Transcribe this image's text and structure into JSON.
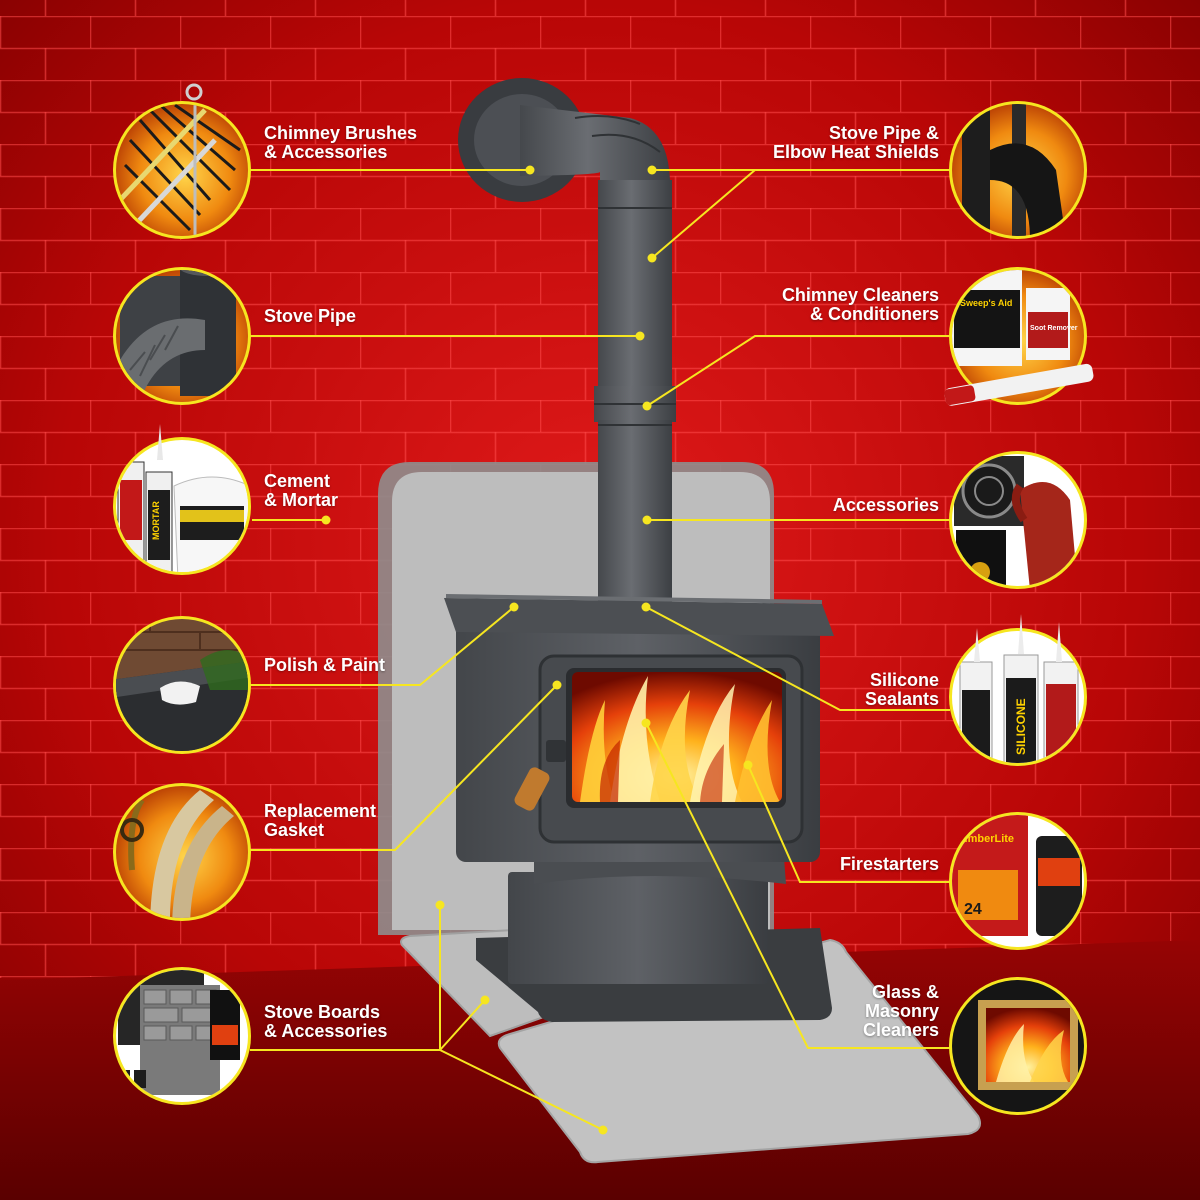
{
  "colors": {
    "wall_light": "#e01a1a",
    "wall_dark": "#7a0000",
    "brick_line": "#ff4a4a",
    "leader": "#f6e620",
    "pad": "#b9b9b9",
    "stove": "#55585d",
    "label_text": "#ffffff"
  },
  "labels": {
    "chimney_brushes": "Chimney Brushes\n& Accessories",
    "stove_pipe": "Stove Pipe",
    "cement_mortar": "Cement\n& Mortar",
    "polish_paint": "Polish & Paint",
    "replacement_gasket": "Replacement\nGasket",
    "stove_boards": "Stove Boards\n& Accessories",
    "stove_pipe_shields": "Stove Pipe &\nElbow Heat Shields",
    "chimney_cleaners": "Chimney Cleaners\n& Conditioners",
    "accessories": "Accessories",
    "silicone_sealants": "Silicone\nSealants",
    "firestarters": "Firestarters",
    "glass_masonry": "Glass &\nMasonry\nCleaners"
  },
  "product_thumbnails": [
    "chimney-brush-icon",
    "stove-pipe-icon",
    "cement-mortar-icon",
    "polish-paint-icon",
    "gasket-icon",
    "stove-board-icon",
    "heat-shield-icon",
    "chimney-cleaner-icon",
    "accessories-icon",
    "silicone-icon",
    "firestarter-icon",
    "glass-cleaner-icon"
  ],
  "product_text": {
    "sweeps": "Sweep's Aid",
    "soot": "Soot Remover",
    "mortar": "MORTAR",
    "silicone": "SILICONE",
    "timberlite": "TimberLite",
    "count": "24"
  }
}
